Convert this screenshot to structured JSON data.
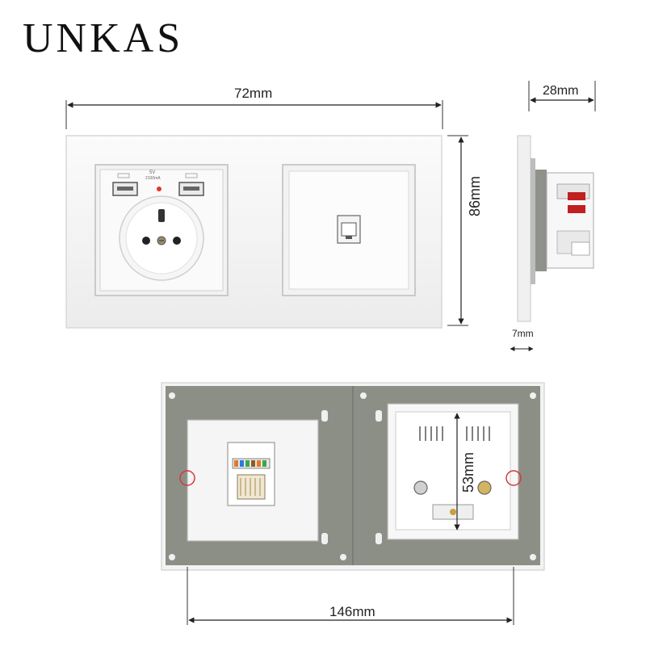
{
  "brand": {
    "name": "UNKAS"
  },
  "dimensions": {
    "width_front": "72mm",
    "height_front": "86mm",
    "depth": "28mm",
    "plate_thickness": "7mm",
    "width_back": "146mm",
    "inner_height": "53mm"
  },
  "socket_labels": {
    "usb_rating_top": "5V",
    "usb_rating_bottom": "2100mA"
  },
  "colors": {
    "plate": "#f4f4f4",
    "frame_back": "#8c8f86",
    "usb_led": "#e8322b",
    "marker": "#d23a3a"
  },
  "icons": {
    "usb": "usb-port-icon",
    "ethernet": "ethernet-port-icon",
    "schuko": "french-socket-icon"
  }
}
